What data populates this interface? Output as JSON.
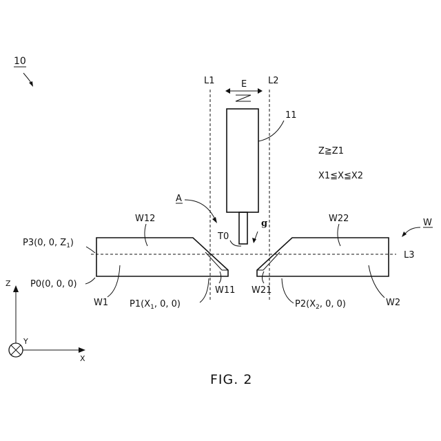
{
  "figure": {
    "ref_numeral": "10",
    "caption": "FIG. 2"
  },
  "labels": {
    "L1": "L1",
    "L2": "L2",
    "L3": "L3",
    "E": "E",
    "tool": "11",
    "A": "A",
    "g": "g",
    "T0": "T0",
    "W": "W",
    "W1": "W1",
    "W2": "W2",
    "W11": "W11",
    "W12": "W12",
    "W21": "W21",
    "W22": "W22"
  },
  "points": {
    "P3": {
      "name": "P3",
      "coords": "(0, 0, Z",
      "sub": "1",
      "close": ")"
    },
    "P0": {
      "name": "P0",
      "coords": "(0, 0, 0)"
    },
    "P1": {
      "name": "P1",
      "prefix": "(X",
      "sub": "1",
      "suffix": ", 0, 0)"
    },
    "P2": {
      "name": "P2",
      "prefix": "(X",
      "sub": "2",
      "suffix": ", 0, 0)"
    }
  },
  "conditions": [
    "Z≧Z1",
    "X1≦X≦X2"
  ],
  "axes": {
    "z": "Z",
    "y": "Y",
    "x": "X"
  }
}
